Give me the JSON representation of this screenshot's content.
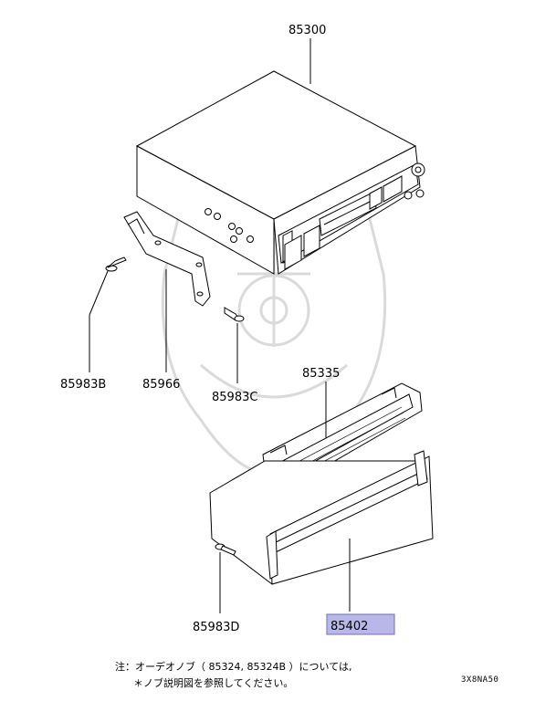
{
  "labels": {
    "radio": "85300",
    "bolt_b": "85983B",
    "bracket": "85966",
    "screw_c": "85983C",
    "lid": "85335",
    "screw_d": "85983D",
    "tray": "85402"
  },
  "highlighted_part": "85402",
  "note": {
    "line1": "注：オーデオノブ（ 85324, 85324B ）については,",
    "line2": "＊ノブ説明図を参照してください。"
  },
  "diagram_code": "3X8NA50",
  "colors": {
    "highlight": "#b8b8e8",
    "line": "#000000",
    "watermark": "#d9d9d9"
  }
}
